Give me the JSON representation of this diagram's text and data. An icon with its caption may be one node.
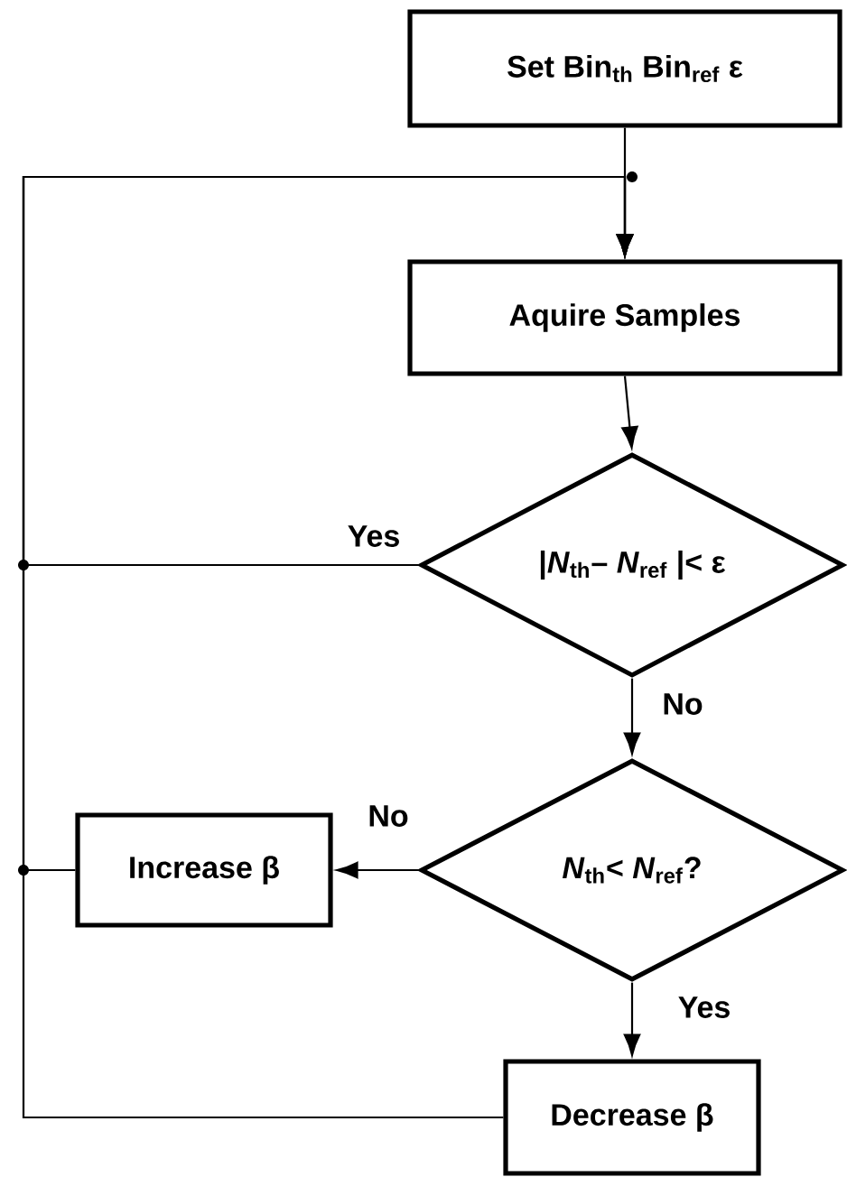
{
  "diagram": {
    "nodes": [
      {
        "text": [
          "Set Bin$_{th}$ Bin$_{ref}$ ε"
        ]
      },
      {
        "text": [
          "Aquire Samples"
        ]
      },
      {
        "text": [
          "|*N*$_{th}$– *N*$_{ref}$ |< ε"
        ]
      },
      {
        "text": [
          "*N*$_{th}$< *N*$_{ref}$?"
        ]
      },
      {
        "text": [
          "Increase β"
        ]
      },
      {
        "text": [
          "Decrease β"
        ]
      }
    ],
    "edges": [
      {
        "from": 0,
        "to": 1,
        "arrow": "to"
      },
      {
        "from": 2,
        "to": 1,
        "arrow": "to",
        "label": "Yes"
      },
      {
        "from": 4,
        "to": 1,
        "arrow": "to"
      },
      {
        "from": 5,
        "to": 1,
        "arrow": "to"
      },
      {
        "from": 1,
        "to": 2,
        "arrow": "to"
      },
      {
        "from": 2,
        "to": 3,
        "arrow": "to",
        "label": "No"
      },
      {
        "from": 3,
        "to": 4,
        "arrow": "to",
        "label": "No"
      },
      {
        "from": 3,
        "to": 5,
        "arrow": "to",
        "label": "Yes"
      }
    ]
  }
}
